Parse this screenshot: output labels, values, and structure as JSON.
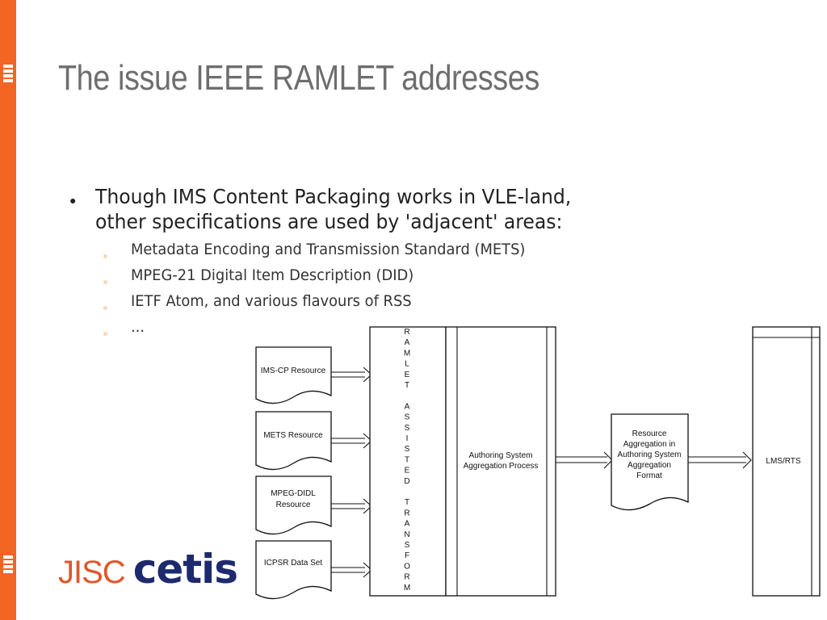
{
  "slide": {
    "title": "The issue IEEE RAMLET addresses",
    "bullet": "Though IMS Content Packaging works in VLE-land, other specifications are used by 'adjacent' areas:",
    "sub_bullets": [
      "Metadata Encoding and Transmission Standard (METS)",
      "MPEG-21 Digital Item Description (DID)",
      "IETF Atom, and various flavours of RSS",
      "..."
    ]
  },
  "logo": {
    "jisc": "JISC",
    "cetis": "cetis"
  },
  "diagram": {
    "resources": [
      {
        "l1": "IMS-CP Resource",
        "l2": ""
      },
      {
        "l1": "METS Resource",
        "l2": ""
      },
      {
        "l1": "MPEG-DIDL",
        "l2": "Resource"
      },
      {
        "l1": "ICPSR Data Set",
        "l2": ""
      }
    ],
    "ramlet_letters": [
      "R",
      "A",
      "M",
      "L",
      "E",
      "T",
      "",
      "A",
      "S",
      "S",
      "I",
      "S",
      "T",
      "E",
      "D",
      "",
      "T",
      "R",
      "A",
      "N",
      "S",
      "F",
      "O",
      "R",
      "M"
    ],
    "authoring_l1": "Authoring System",
    "authoring_l2": "Aggregation Process",
    "aggregation_lines": [
      "Resource",
      "Aggregation in",
      "Authoring System",
      "Aggregation",
      "Format"
    ],
    "lms": "LMS/RTS"
  },
  "colors": {
    "brand_orange": "#f26522",
    "cetis_navy": "#1e2a6e",
    "title_gray": "#6e6e6e"
  }
}
